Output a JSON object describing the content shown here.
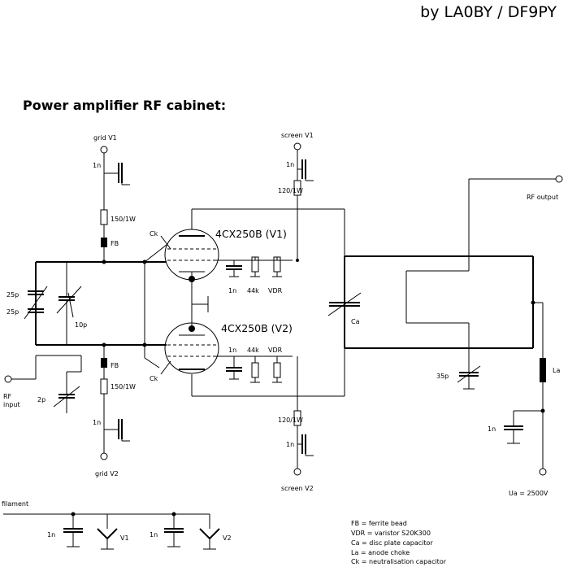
{
  "credit": "by LA0BY / DF9PY",
  "title": "Power amplifier RF cabinet:",
  "labels": {
    "grid_v1": "grid V1",
    "grid_v2": "grid V2",
    "screen_v1": "screen V1",
    "screen_v2": "screen V2",
    "rf_output": "RF output",
    "rf_input_1": "RF",
    "rf_input_2": "input",
    "ua": "Ua = 2500V",
    "filament": "filament",
    "tube_v1": "4CX250B (V1)",
    "tube_v2": "4CX250B (V2)",
    "v1": "V1",
    "v2": "V2"
  },
  "components": {
    "c_1n": "1n",
    "r_150_1w": "150/1W",
    "r_120_1w": "120/1W",
    "fb": "FB",
    "ck": "Ck",
    "c_25p": "25p",
    "c_10p": "10p",
    "c_2p": "2p",
    "r_44k": "44k",
    "vdr": "VDR",
    "ca": "Ca",
    "c_35p": "35p",
    "la": "La"
  },
  "legend": [
    "FB = ferrite bead",
    "VDR = varistor S20K300",
    "Ca = disc plate capacitor",
    "La = anode choke",
    "Ck = neutralisation capacitor"
  ]
}
